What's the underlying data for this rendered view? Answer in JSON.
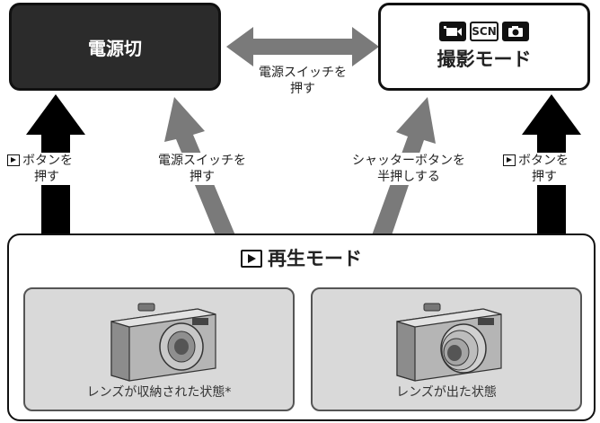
{
  "power_off": {
    "label": "電源切"
  },
  "shooting_mode": {
    "label": "撮影モード",
    "icons": [
      "movie-icon",
      "SCN",
      "camera-icon"
    ]
  },
  "playback_mode": {
    "label": "再生モード",
    "icon": "play-icon"
  },
  "arrow_labels": {
    "top_line1": "電源スイッチを",
    "top_line2": "押す",
    "left_line1": "ボタンを",
    "left_line2": "押す",
    "mid_left_line1": "電源スイッチを",
    "mid_left_line2": "押す",
    "mid_right_line1": "シャッターボタンを",
    "mid_right_line2": "半押しする",
    "right_line1": "ボタンを",
    "right_line2": "押す"
  },
  "states": [
    {
      "label": "レンズが収納された状態*"
    },
    {
      "label": "レンズが出た状態"
    }
  ],
  "colors": {
    "dark_box": "#2b2b2b",
    "arrow_gray": "#7a7a7a",
    "state_bg": "#d9d9d9",
    "black_arrow": "#000000"
  }
}
